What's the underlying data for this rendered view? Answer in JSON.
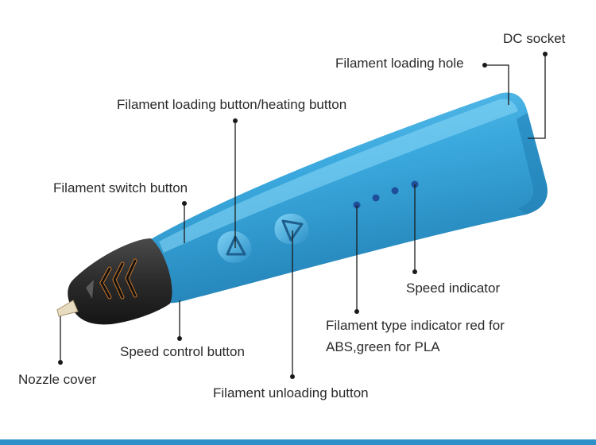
{
  "labels": {
    "dc_socket": "DC socket",
    "filament_loading_hole": "Filament loading hole",
    "filament_loading_button": "Filament loading button/heating button",
    "filament_switch_button": "Filament switch button",
    "speed_indicator": "Speed indicator",
    "filament_type_indicator": "Filament type indicator red for ABS,green for PLA",
    "speed_control_button": "Speed control button",
    "nozzle_cover": "Nozzle cover",
    "filament_unloading_button": "Filament unloading button"
  },
  "colors": {
    "pen_body": "#3ba9de",
    "pen_highlight": "#6cc8ef",
    "pen_shadow": "#2281b5",
    "nozzle_cover": "#2b2b2b",
    "leader_line": "#1a1a1a",
    "indicator_dot": "#1f4f9a",
    "accent_bar": "#2f8fc9"
  }
}
